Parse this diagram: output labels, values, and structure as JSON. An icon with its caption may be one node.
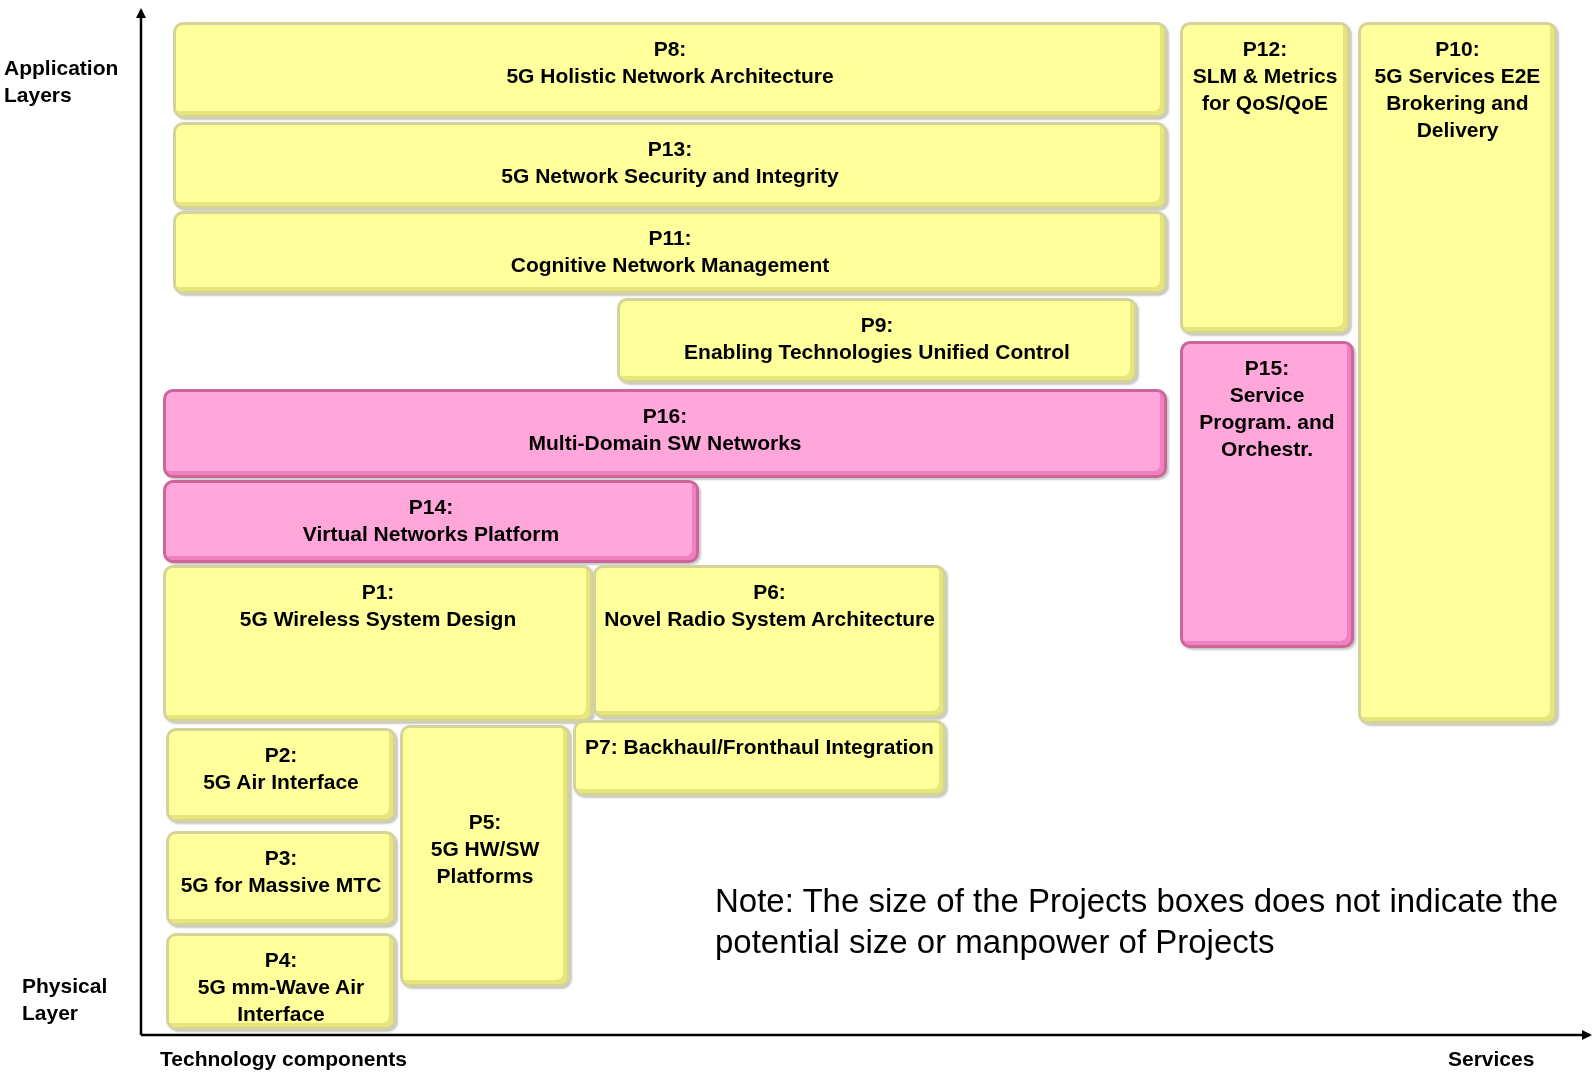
{
  "diagram": {
    "nodes": [
      {
        "text": [
          "P8:",
          "5G Holistic Network Architecture"
        ]
      },
      {
        "text": [
          "P12:",
          "SLM & Metrics for QoS/QoE"
        ]
      },
      {
        "text": [
          "P10:",
          "5G Services E2E Brokering and Delivery"
        ]
      },
      {
        "text": [
          "P13:",
          "5G Network Security and Integrity"
        ]
      },
      {
        "text": [
          "P11:",
          "Cognitive Network Management"
        ]
      },
      {
        "text": [
          "P9:",
          "Enabling Technologies Unified Control"
        ]
      },
      {
        "text": [
          "P15:",
          "Service Program. and Orchestr."
        ]
      },
      {
        "text": [
          "P16:",
          "Multi-Domain SW Networks"
        ]
      },
      {
        "text": [
          "P14:",
          "Virtual Networks Platform"
        ]
      },
      {
        "text": [
          "P1:",
          "5G Wireless System Design"
        ]
      },
      {
        "text": [
          "P6:",
          "Novel Radio System Architecture"
        ]
      },
      {
        "text": [
          "P7: Backhaul/Fronthaul Integration"
        ]
      },
      {
        "text": [
          "P2:",
          "5G Air Interface"
        ]
      },
      {
        "text": [
          "P5:",
          "5G HW/SW Platforms"
        ]
      },
      {
        "text": [
          "P3:",
          "5G for Massive MTC"
        ]
      },
      {
        "text": [
          "P4:",
          "5G mm-Wave Air Interface"
        ]
      }
    ],
    "labels": [
      "Application Layers",
      "Physical Layer",
      "Note: The size of the Projects boxes does not indicate the potential size or manpower of Projects",
      "Technology components",
      "Services"
    ]
  }
}
